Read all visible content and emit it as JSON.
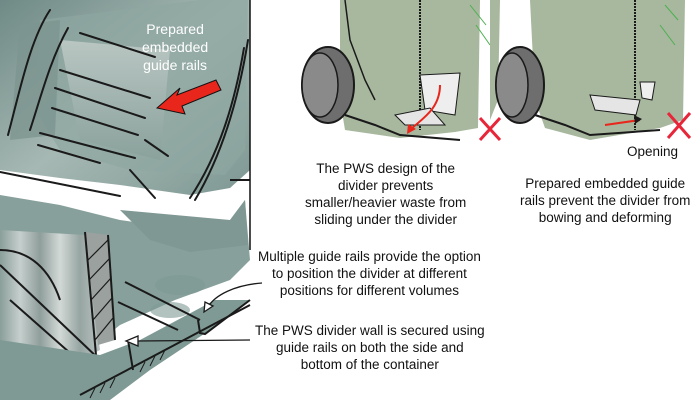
{
  "colors": {
    "container_teal": "#7f9a94",
    "container_sage": "#a8b89e",
    "wheel_gray": "#6e6e6e",
    "arrow_red": "#e8261c",
    "cross_red": "#e8263a",
    "line_black": "#1a1a1a"
  },
  "labels": {
    "guide_rails_callout": [
      "Prepared",
      "embedded",
      "guide rails"
    ],
    "multiple_rails": [
      "Multiple guide rails provide the option",
      "to position the divider at different",
      "positions for different volumes"
    ],
    "secured_wall": [
      "The PWS divider wall is secured using",
      "guide rails on both the side and",
      "bottom of the container"
    ],
    "pws_design": [
      "The PWS design of the",
      "divider prevents",
      "smaller/heavier waste from",
      "sliding under the divider"
    ],
    "opening": "Opening",
    "prevent_bowing": [
      "Prepared embedded guide",
      "rails prevent the divider from",
      "bowing and deforming"
    ]
  },
  "icons": {
    "left_arrow": "red-arrow-icon",
    "cross_1": "red-cross-icon",
    "cross_2": "red-cross-icon"
  }
}
